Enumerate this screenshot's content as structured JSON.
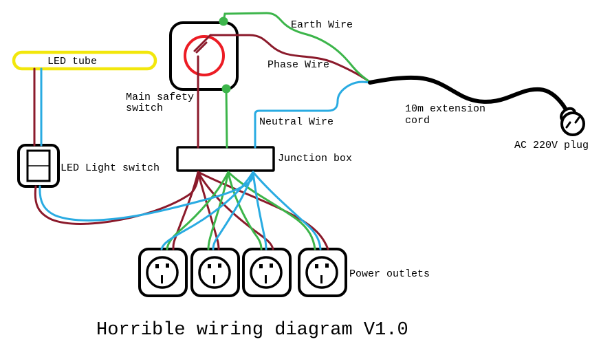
{
  "diagram": {
    "title": "Horrible wiring diagram V1.0",
    "labels": {
      "led_tube": "LED tube",
      "main_safety_switch_line1": "Main safety",
      "main_safety_switch_line2": "switch",
      "led_light_switch": "LED Light switch",
      "junction_box": "Junction box",
      "power_outlets": "Power outlets",
      "earth_wire": "Earth Wire",
      "phase_wire": "Phase Wire",
      "neutral_wire": "Neutral Wire",
      "extension_cord_line1": "10m extension",
      "extension_cord_line2": "cord",
      "ac_plug": "AC 220V plug"
    },
    "colors": {
      "earth": "#3cb54a",
      "phase": "#8b1a2b",
      "neutral": "#29abe2",
      "switch_red": "#ec1c24",
      "led_yellow": "#f2e70c",
      "outline_black": "#000000"
    },
    "outlet_count": 4
  }
}
